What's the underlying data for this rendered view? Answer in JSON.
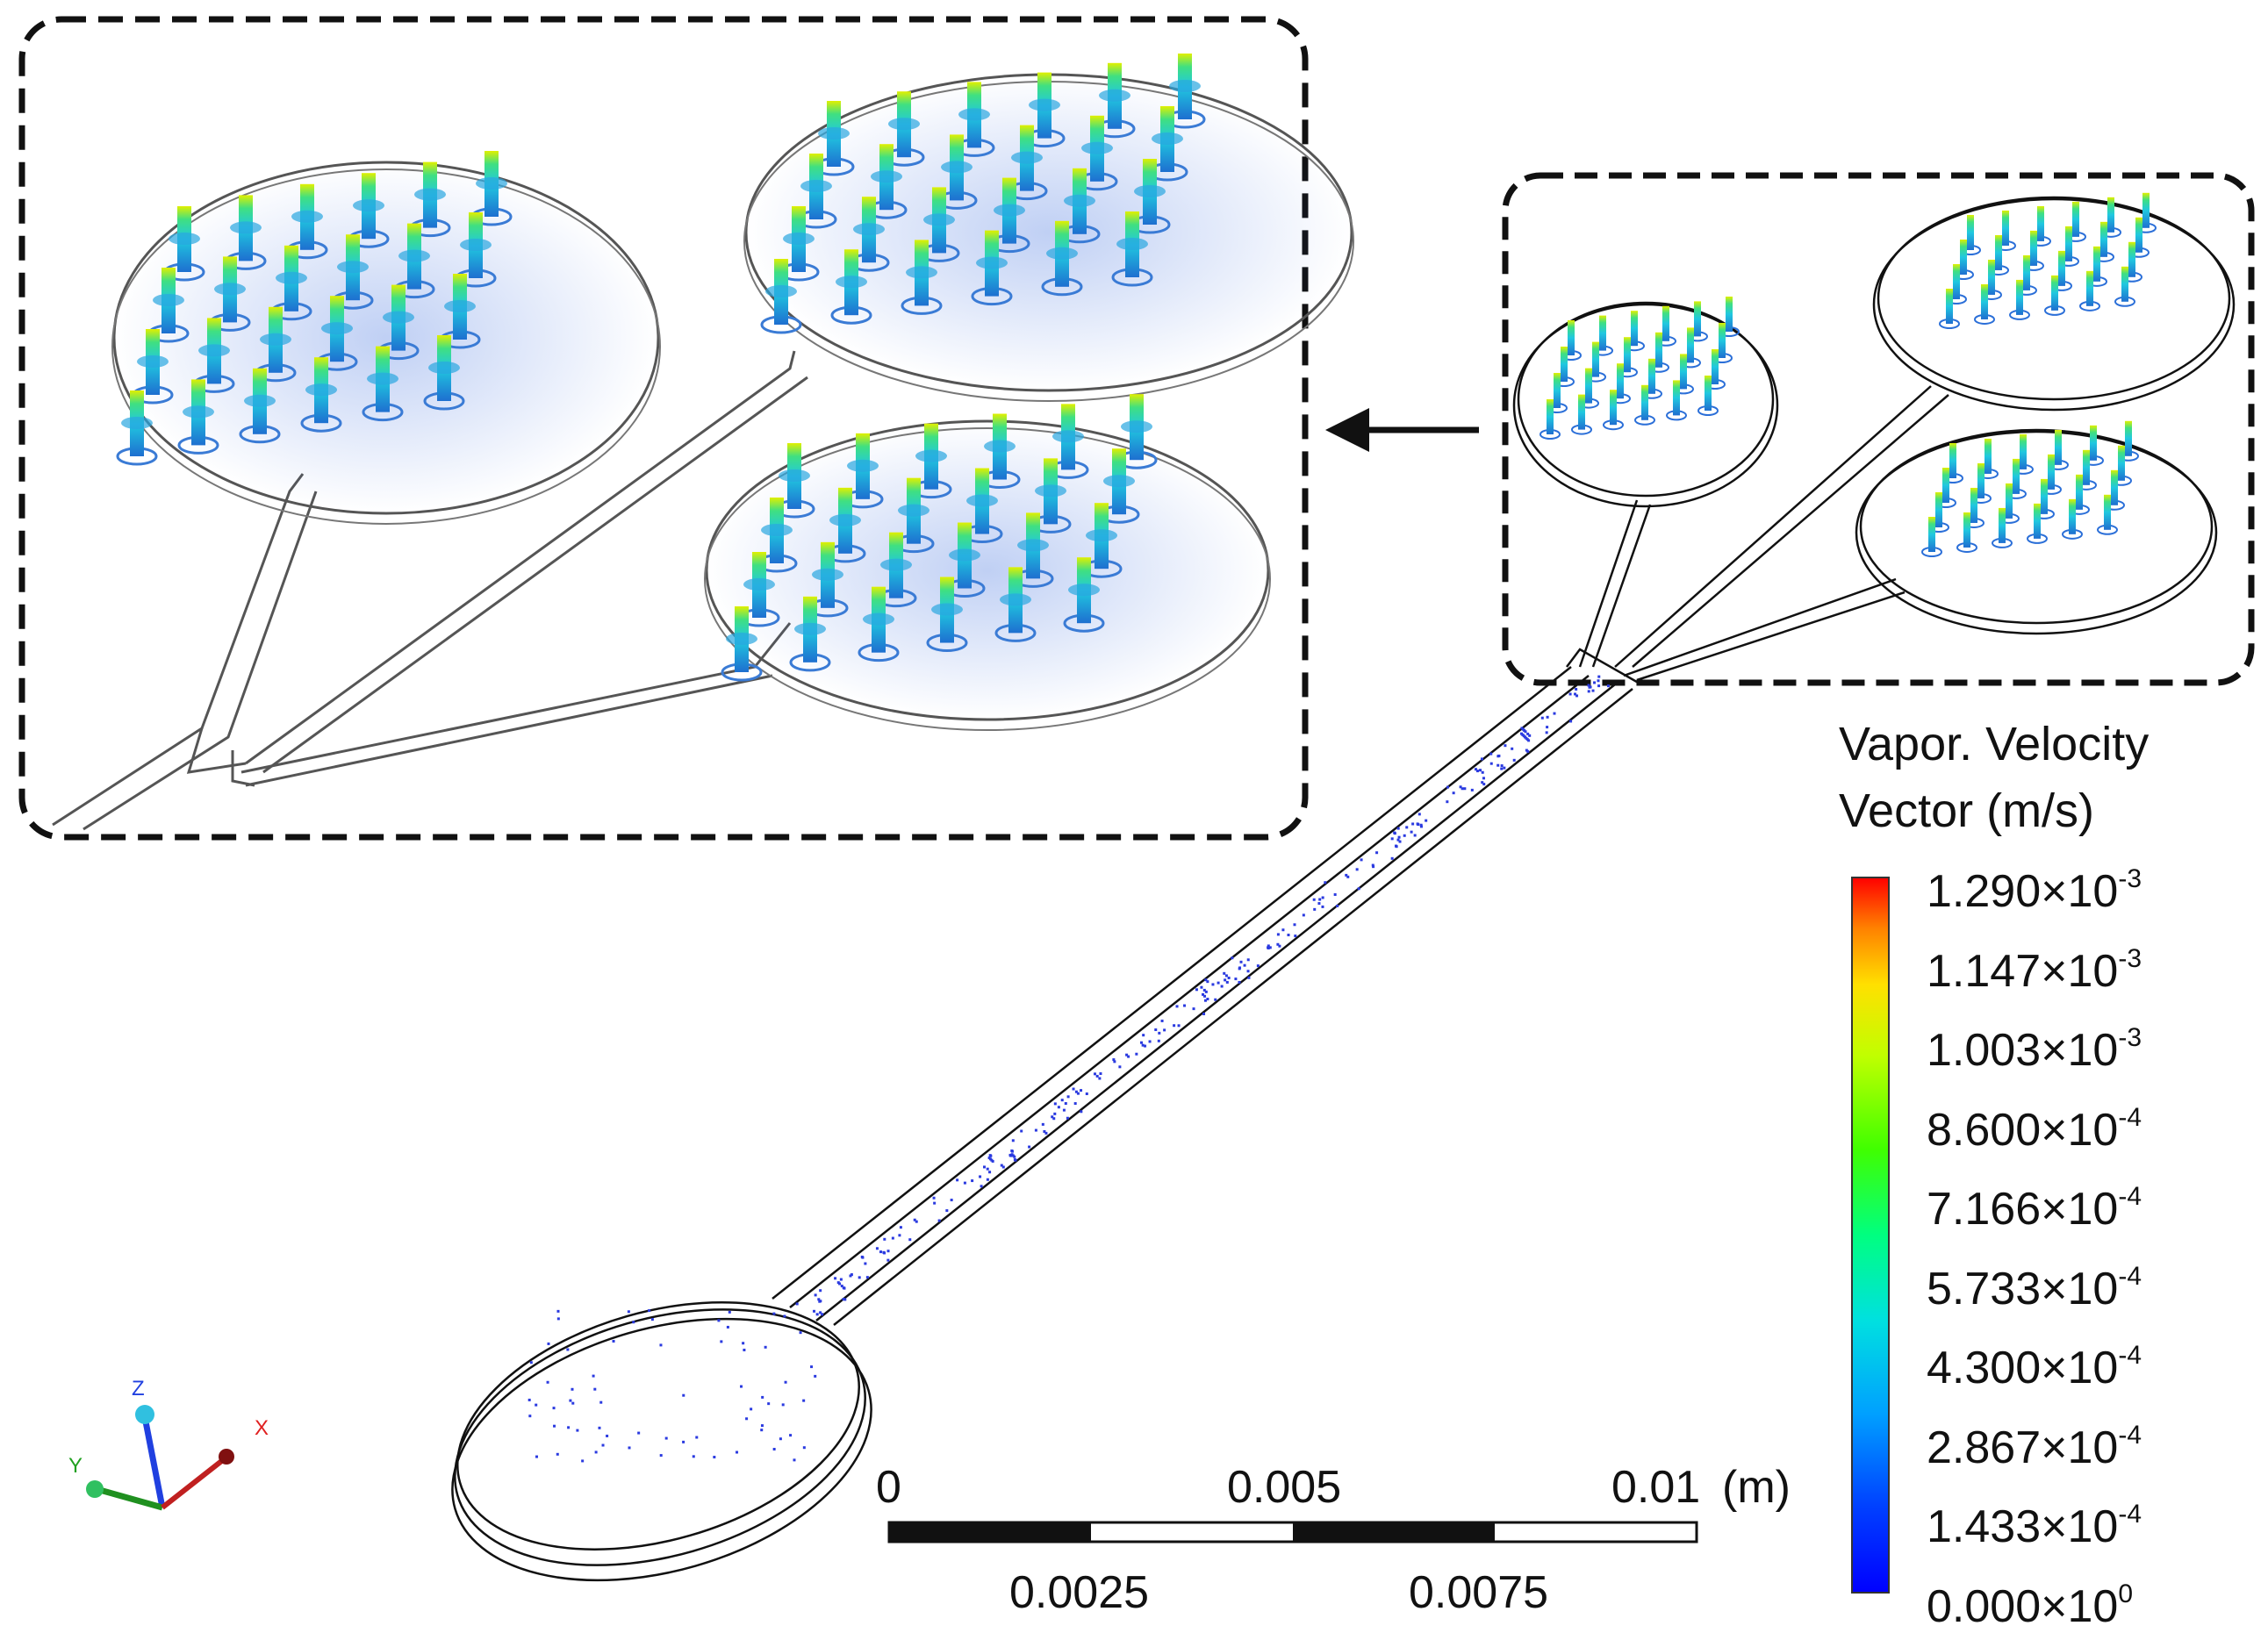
{
  "legend": {
    "title_line1": "Vapor. Velocity",
    "title_line2": "Vector (m/s)",
    "ticks": [
      {
        "mantissa": "1.290",
        "exp": "-3"
      },
      {
        "mantissa": "1.147",
        "exp": "-3"
      },
      {
        "mantissa": "1.003",
        "exp": "-3"
      },
      {
        "mantissa": "8.600",
        "exp": "-4"
      },
      {
        "mantissa": "7.166",
        "exp": "-4"
      },
      {
        "mantissa": "5.733",
        "exp": "-4"
      },
      {
        "mantissa": "4.300",
        "exp": "-4"
      },
      {
        "mantissa": "2.867",
        "exp": "-4"
      },
      {
        "mantissa": "1.433",
        "exp": "-4"
      },
      {
        "mantissa": "0.000",
        "exp": "0"
      }
    ],
    "colors": [
      "#ff0000",
      "#ff8000",
      "#ffff00",
      "#80ff00",
      "#00ff40",
      "#00ffc0",
      "#00c0ff",
      "#0040ff",
      "#0000ff"
    ]
  },
  "scale_bar": {
    "top_labels": [
      "0",
      "0.005",
      "0.01"
    ],
    "unit": "(m)",
    "bottom_labels": [
      "0.0025",
      "0.0075"
    ]
  },
  "axes_triad": {
    "z": "Z",
    "y": "Y",
    "x": "X",
    "colors": {
      "x": "#e02020",
      "y": "#20a020",
      "z": "#2040e0"
    }
  }
}
